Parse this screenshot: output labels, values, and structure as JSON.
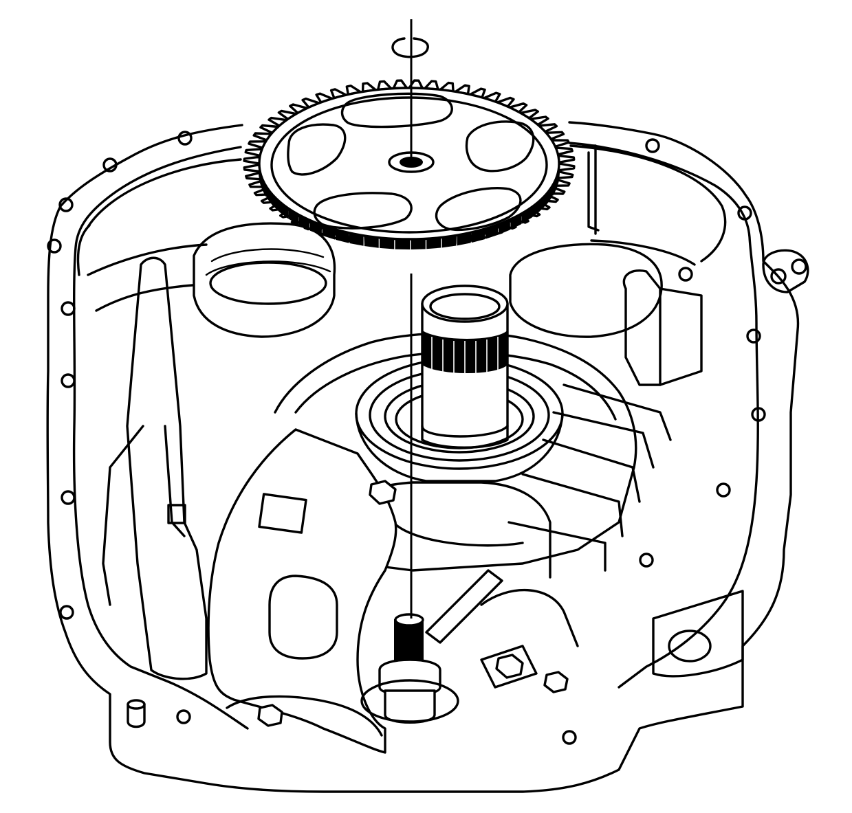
{
  "figure": {
    "background": "#ffffff",
    "line_color": "#000000",
    "parts": [
      {
        "id": "retaining-ring",
        "icon": "snap-ring-icon"
      },
      {
        "id": "drive-gear",
        "icon": "spur-gear-icon",
        "tooth_count": 60,
        "spoke_openings": 5
      },
      {
        "id": "hollow-shaft",
        "icon": "splined-shaft-icon"
      },
      {
        "id": "transmission-case",
        "icon": "housing-icon"
      },
      {
        "id": "alignment-pin",
        "icon": "pin-icon"
      },
      {
        "id": "bolt",
        "icon": "hex-bolt-icon"
      }
    ]
  }
}
